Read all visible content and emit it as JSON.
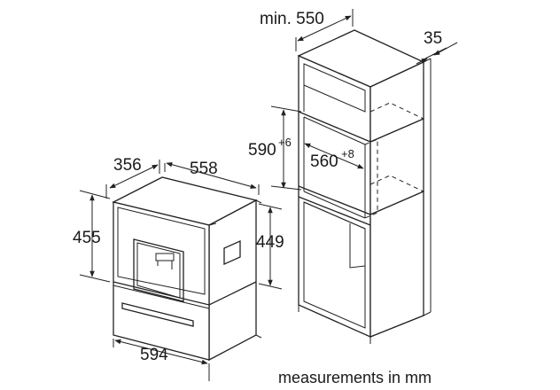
{
  "appliance": {
    "depth": "356",
    "width_top": "558",
    "height_outer": "455",
    "height_inner": "449",
    "width_front": "594"
  },
  "cabinet": {
    "min_depth": "min. 550",
    "back_gap": "35",
    "niche_height": "590",
    "niche_height_tol": "+6",
    "niche_width": "560",
    "niche_width_tol": "+8"
  },
  "caption": "measurements in mm"
}
